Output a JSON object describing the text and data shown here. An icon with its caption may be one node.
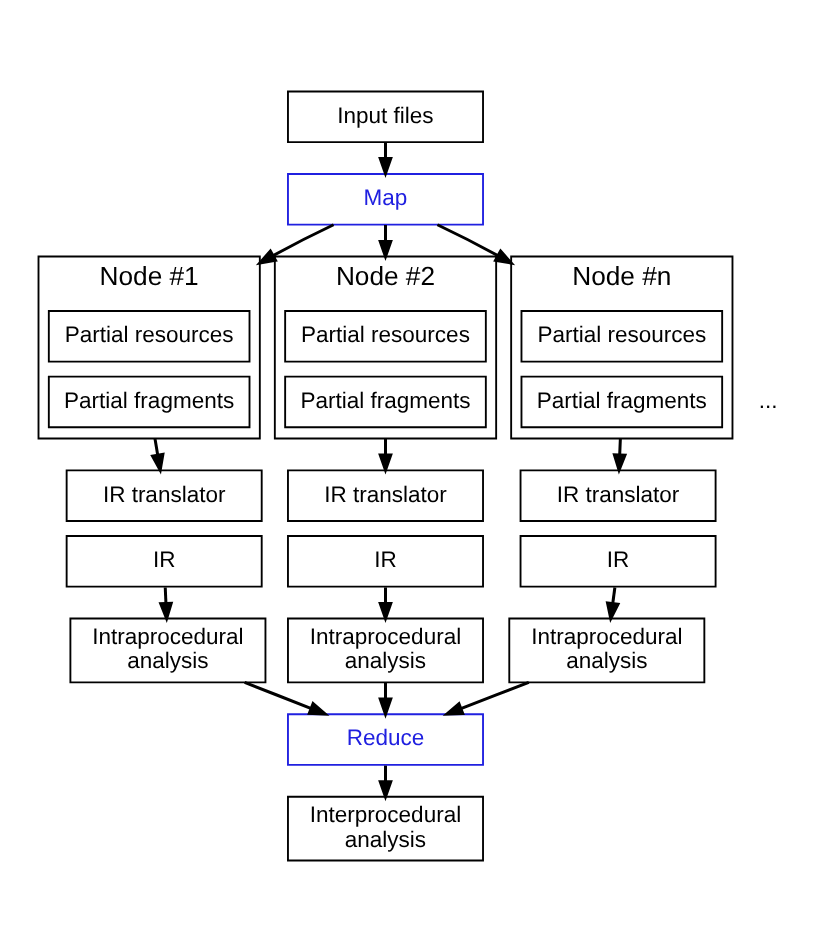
{
  "diagram": {
    "nodes": [
      {
        "text": [
          "Input files"
        ]
      },
      {
        "text": [
          "Map"
        ]
      },
      {
        "text": [
          "Node #1"
        ]
      },
      {
        "text": [
          "Partial resources"
        ],
        "in": 2
      },
      {
        "text": [
          "Partial fragments"
        ],
        "in": 2
      },
      {
        "text": [
          "Node #2"
        ]
      },
      {
        "text": [
          "Partial resources"
        ],
        "in": 5
      },
      {
        "text": [
          "Partial fragments"
        ],
        "in": 5
      },
      {
        "text": [
          "Node #n"
        ]
      },
      {
        "text": [
          "Partial resources"
        ],
        "in": 8
      },
      {
        "text": [
          "Partial fragments"
        ],
        "in": 8
      },
      {
        "text": [
          "IR translator"
        ]
      },
      {
        "text": [
          "IR"
        ]
      },
      {
        "text": [
          "IR translator"
        ]
      },
      {
        "text": [
          "IR"
        ]
      },
      {
        "text": [
          "IR translator"
        ]
      },
      {
        "text": [
          "IR"
        ]
      },
      {
        "text": [
          "Intraprocedural analysis"
        ]
      },
      {
        "text": [
          "Intraprocedural analysis"
        ]
      },
      {
        "text": [
          "Intraprocedural analysis"
        ]
      },
      {
        "text": [
          "Reduce"
        ]
      },
      {
        "text": [
          "Interprocedural analysis"
        ]
      }
    ],
    "edges": [
      {
        "from": 0,
        "to": 1,
        "arrow": "to"
      },
      {
        "from": 1,
        "to": 2,
        "arrow": "to"
      },
      {
        "from": 1,
        "to": 5,
        "arrow": "to"
      },
      {
        "from": 1,
        "to": 8,
        "arrow": "to"
      },
      {
        "from": 2,
        "to": 11,
        "arrow": "to"
      },
      {
        "from": 5,
        "to": 13,
        "arrow": "to"
      },
      {
        "from": 8,
        "to": 15,
        "arrow": "to"
      },
      {
        "from": 12,
        "to": 17,
        "arrow": "to"
      },
      {
        "from": 14,
        "to": 18,
        "arrow": "to"
      },
      {
        "from": 16,
        "to": 19,
        "arrow": "to"
      },
      {
        "from": 17,
        "to": 20,
        "arrow": "to"
      },
      {
        "from": 18,
        "to": 20,
        "arrow": "to"
      },
      {
        "from": 19,
        "to": 20,
        "arrow": "to"
      },
      {
        "from": 20,
        "to": 21,
        "arrow": "to"
      }
    ],
    "labels": [
      "..."
    ]
  }
}
